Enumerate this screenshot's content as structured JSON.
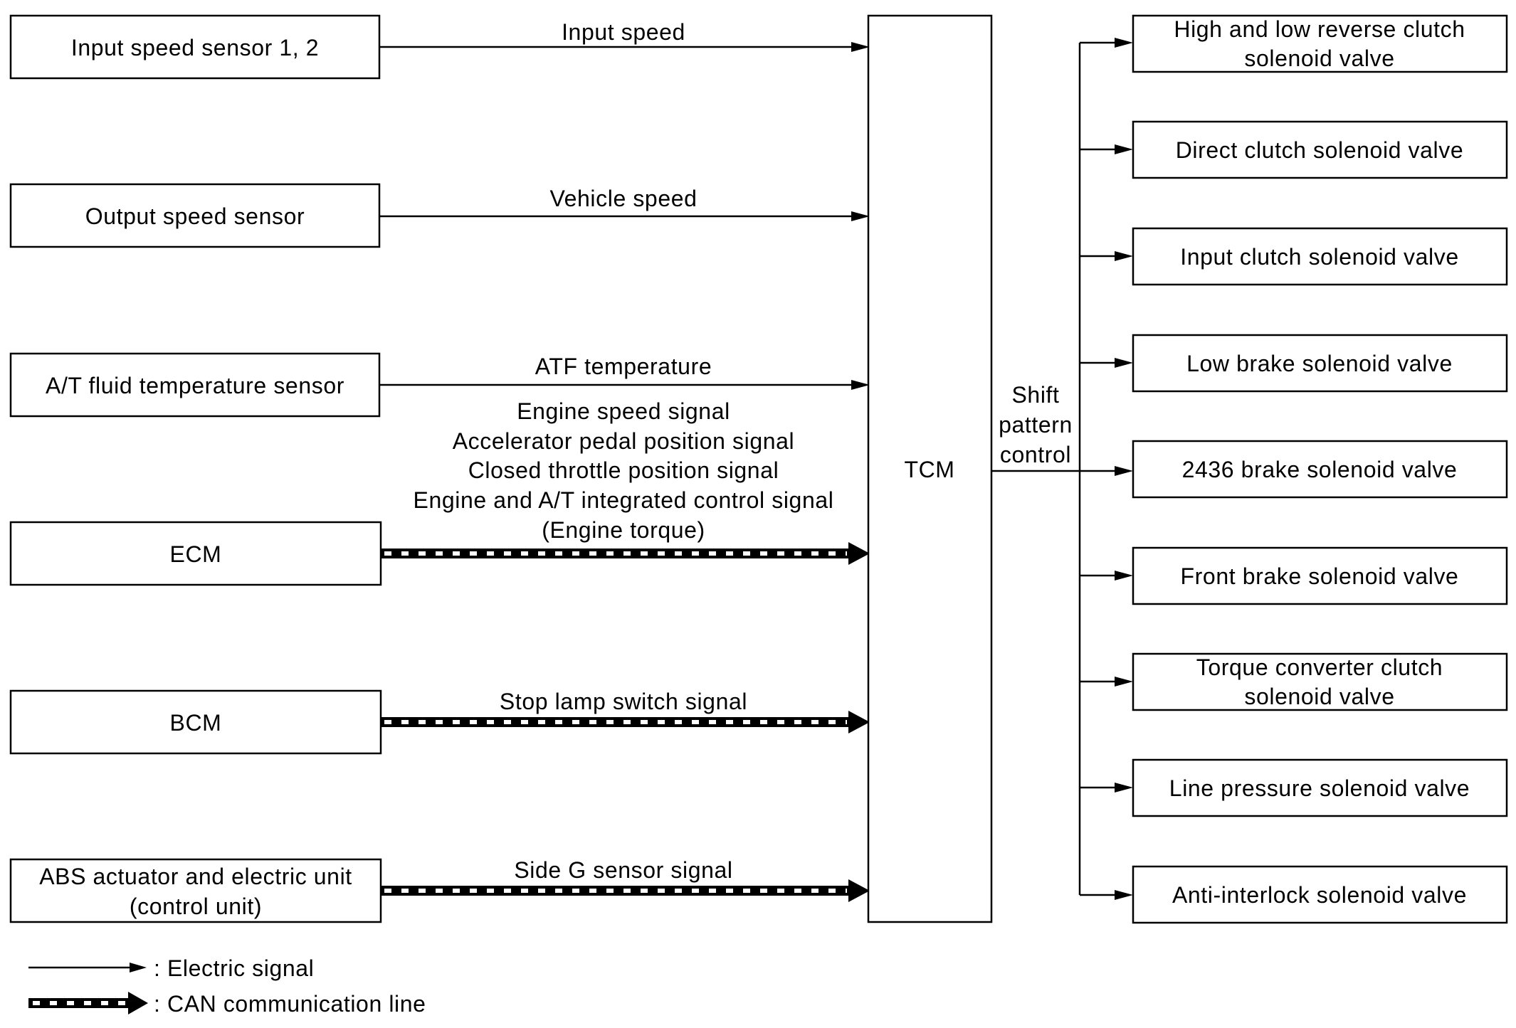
{
  "inputs": {
    "input_speed_sensor": "Input speed sensor 1, 2",
    "output_speed_sensor": "Output speed sensor",
    "at_fluid_temp_sensor": "A/T fluid temperature sensor",
    "ecm": "ECM",
    "bcm": "BCM",
    "abs_line1": "ABS actuator and electric unit",
    "abs_line2": "(control unit)"
  },
  "signals": {
    "input_speed": "Input speed",
    "vehicle_speed": "Vehicle speed",
    "atf_temperature": "ATF temperature",
    "ecm_signals": [
      "Engine speed signal",
      "Accelerator pedal position signal",
      "Closed throttle position signal",
      "Engine and A/T integrated control signal",
      "(Engine torque)"
    ],
    "stop_lamp": "Stop lamp switch signal",
    "side_g": "Side G sensor signal"
  },
  "tcm": {
    "label": "TCM",
    "output_label": [
      "Shift",
      "pattern",
      "control"
    ]
  },
  "outputs": [
    [
      "High and low reverse clutch",
      "solenoid valve"
    ],
    [
      "Direct clutch solenoid valve"
    ],
    [
      "Input clutch solenoid valve"
    ],
    [
      "Low brake solenoid valve"
    ],
    [
      "2436 brake solenoid valve"
    ],
    [
      "Front brake solenoid valve"
    ],
    [
      "Torque converter clutch",
      "solenoid valve"
    ],
    [
      "Line pressure solenoid valve"
    ],
    [
      "Anti-interlock solenoid valve"
    ]
  ],
  "legend": {
    "electric": ": Electric signal",
    "can": ": CAN communication line"
  },
  "colors": {
    "line": "#000000",
    "background": "#ffffff"
  }
}
